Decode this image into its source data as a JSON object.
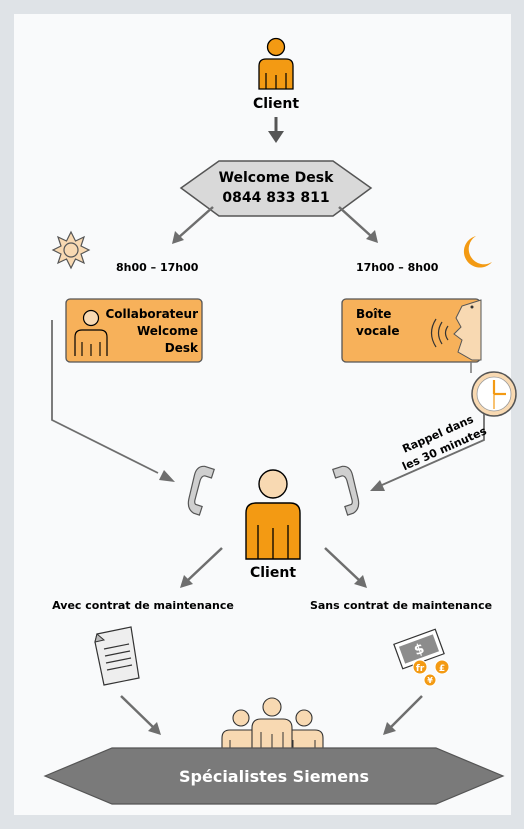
{
  "client_top": "Client",
  "welcome_desk": {
    "line1": "Welcome Desk",
    "line2": "0844 833 811"
  },
  "day_hours": "8h00 – 17h00",
  "night_hours": "17h00 – 8h00",
  "collaborateur": {
    "line1": "Collaborateur",
    "line2": "Welcome",
    "line3": "Desk"
  },
  "voicemail": {
    "line1": "Boîte",
    "line2": "vocale"
  },
  "callback": {
    "line1": "Rappel dans",
    "line2": "les 30 minutes"
  },
  "client_center": "Client",
  "with_contract": "Avec contrat de maintenance",
  "without_contract": "Sans contrat de maintenance",
  "currency": {
    "franc": "fr",
    "dollar": "$",
    "pound": "£",
    "yen": "¥"
  },
  "specialists": "Spécialistes Siemens",
  "colors": {
    "orange": "#f39a13",
    "orange_light": "#f7b15a",
    "panel_bg": "#f9fafb",
    "frame_bg": "#dfe3e7",
    "grey_line": "#737373",
    "desk_fill": "#d9d9d9",
    "bottom_fill": "#7a7a7a",
    "people_light": "#f8d9b2"
  }
}
